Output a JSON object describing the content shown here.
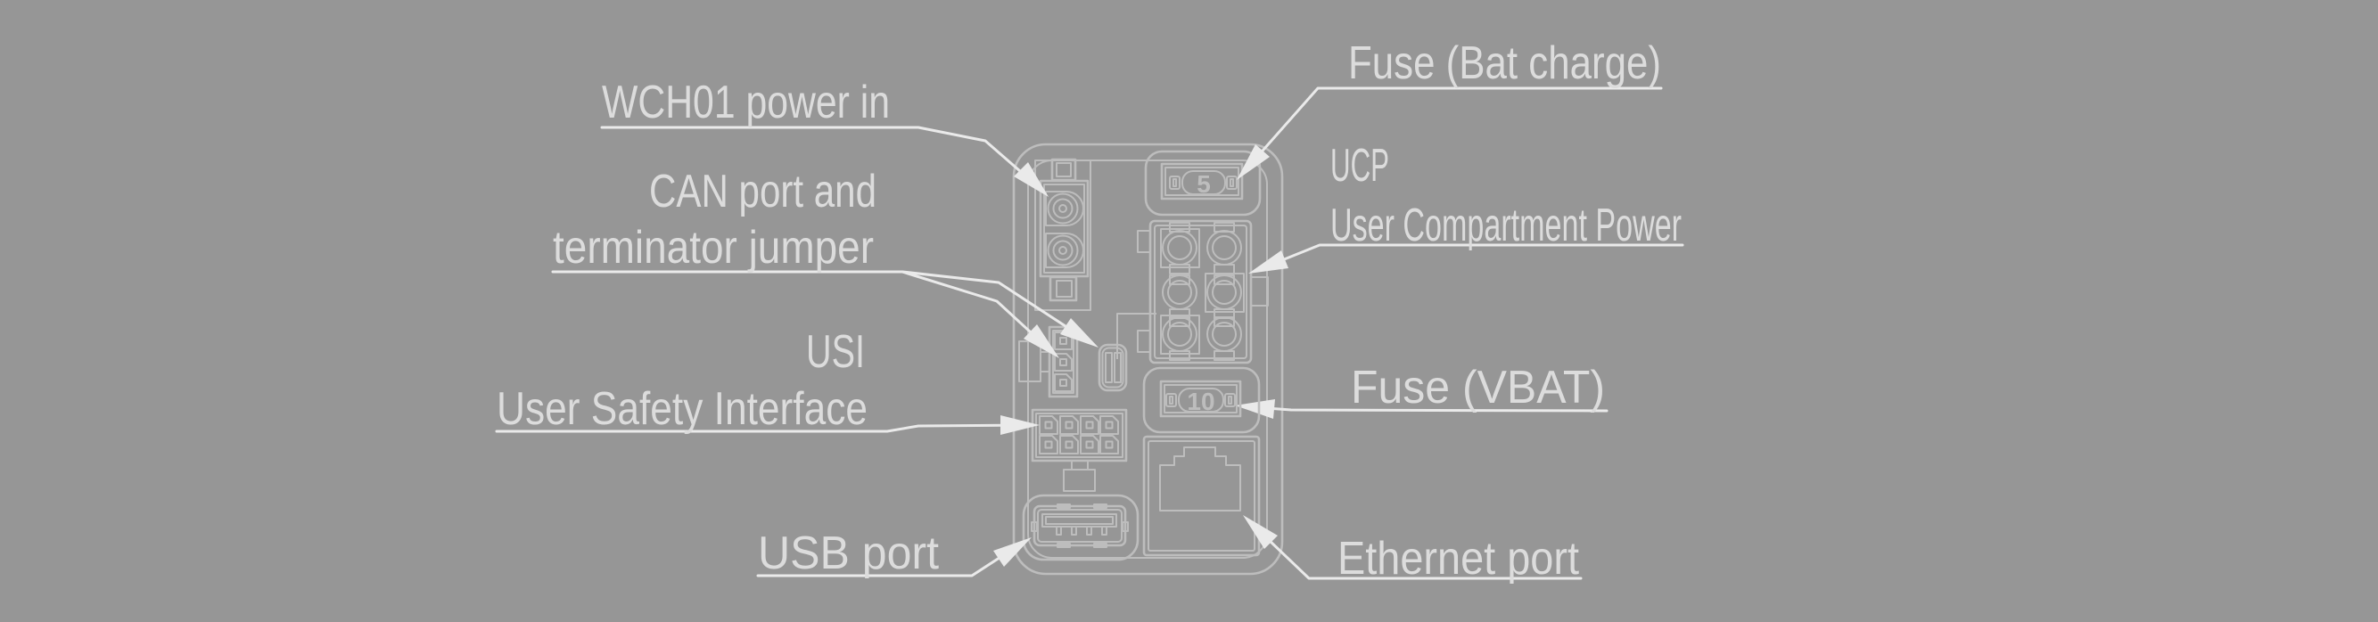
{
  "colors": {
    "background": "#969696",
    "diagram_line": "#bdbdbd",
    "callout_line": "#eaeaea",
    "label_text": "#dcdcdc"
  },
  "figure": {
    "kind": "connector-panel-callout-diagram",
    "fuses": {
      "bat_charge_rating": "5",
      "vbat_rating": "10"
    }
  },
  "labels": {
    "wch01": "WCH01 power in",
    "fuse_bat": "Fuse (Bat charge)",
    "ucp_abbr": "UCP",
    "ucp_full": "User Compartment Power",
    "can_line1": "CAN port and",
    "can_line2": "terminator jumper",
    "usi_abbr": "USI",
    "usi_full": "User Safety Interface",
    "fuse_vbat": "Fuse (VBAT)",
    "usb": "USB port",
    "ethernet": "Ethernet port"
  }
}
